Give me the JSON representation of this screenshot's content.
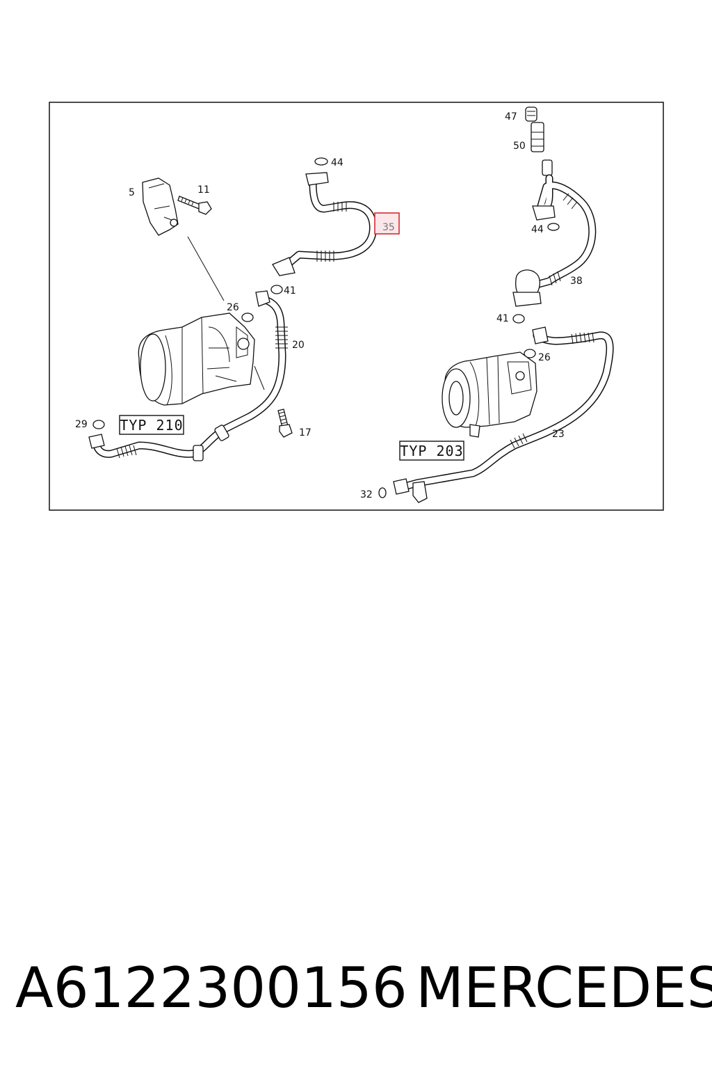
{
  "diagram": {
    "callouts": [
      "5",
      "11",
      "26",
      "44",
      "41",
      "35",
      "20",
      "29",
      "17",
      "47",
      "50",
      "44",
      "38",
      "41",
      "26",
      "23",
      "32"
    ],
    "type_labels": [
      "TYP 210",
      "TYP 203"
    ],
    "highlight_color": "#d62b2b"
  },
  "caption": {
    "part_number": "A6122300156",
    "brand": "MERCEDES"
  }
}
